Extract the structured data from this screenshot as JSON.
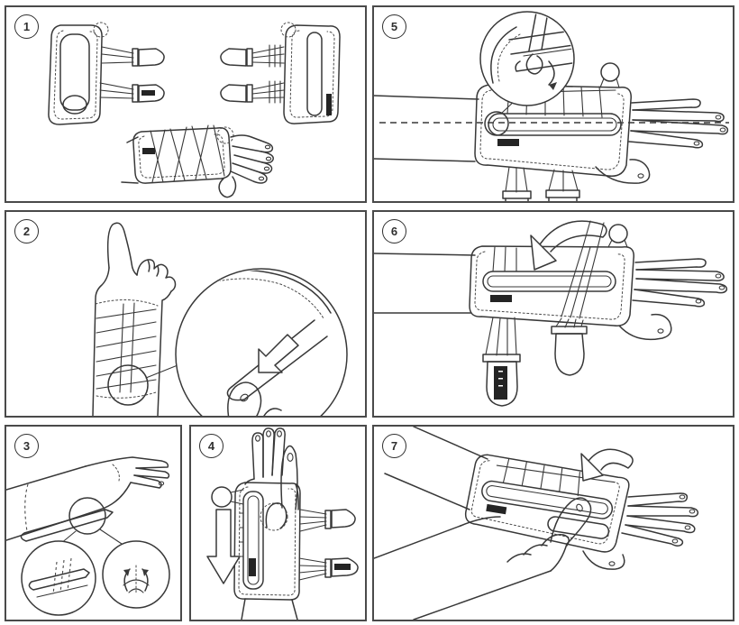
{
  "sheet": {
    "background_color": "#ffffff",
    "panel_border_color": "#4a4a4a",
    "line_color": "#383838",
    "brand_tag_color": "#242424",
    "panels": [
      {
        "number": "1",
        "illustration": "wrist-brace-flat-inner-and-outer-views-plus-brace-worn-on-hand"
      },
      {
        "number": "2",
        "illustration": "thumb-up-arm-wearing-brace-with-magnified-strap-tab-pull-detail"
      },
      {
        "number": "3",
        "illustration": "hand-with-palmar-stay-and-magnified-trim-and-bend-details"
      },
      {
        "number": "4",
        "illustration": "sliding-brace-onto-hand-with-downward-arrow"
      },
      {
        "number": "5",
        "illustration": "brace-aligned-on-forearm-dashed-midline-with-magnified-lace-lock-detail"
      },
      {
        "number": "6",
        "illustration": "wrapping-strap-over-brace-with-curved-arrow-and-hanging-pull-tabs"
      },
      {
        "number": "7",
        "illustration": "tightening-brace-lacing-with-opposite-hand-curved-arrow"
      }
    ]
  }
}
